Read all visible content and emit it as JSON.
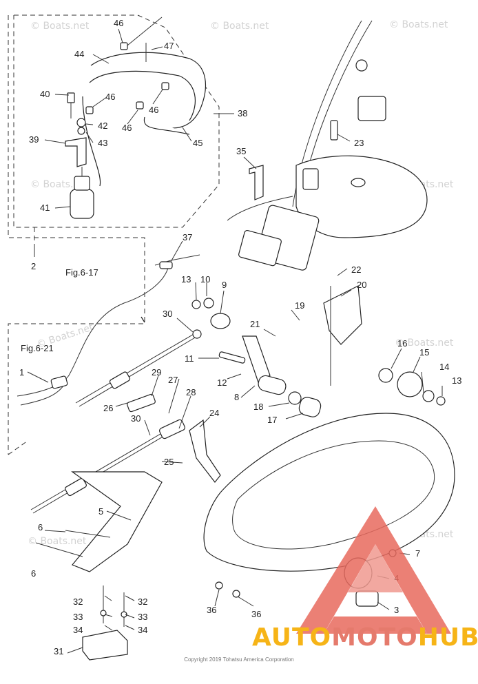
{
  "copyright": "Copyright 2019 Tohatsu America Corporation",
  "brand": {
    "part1": "AUTO",
    "part2": "MOTO",
    "part3": "HUB"
  },
  "watermark": "© Boats.net",
  "callouts": [
    "1",
    "2",
    "3",
    "4",
    "5",
    "6",
    "6",
    "7",
    "8",
    "9",
    "10",
    "11",
    "12",
    "13",
    "13",
    "14",
    "15",
    "16",
    "17",
    "18",
    "19",
    "20",
    "21",
    "22",
    "23",
    "24",
    "25",
    "26",
    "27",
    "28",
    "29",
    "30",
    "30",
    "31",
    "32",
    "32",
    "33",
    "33",
    "34",
    "34",
    "35",
    "36",
    "36",
    "37",
    "38",
    "39",
    "40",
    "41",
    "42",
    "43",
    "44",
    "45",
    "46",
    "46",
    "46",
    "46",
    "47"
  ],
  "refs": [
    "Fig.6-17",
    "Fig.6-21"
  ],
  "colors": {
    "line": "#333333",
    "logo_red": "#e86a5e",
    "logo_yellow": "#f6b417",
    "watermark": "#d2d2d2"
  }
}
